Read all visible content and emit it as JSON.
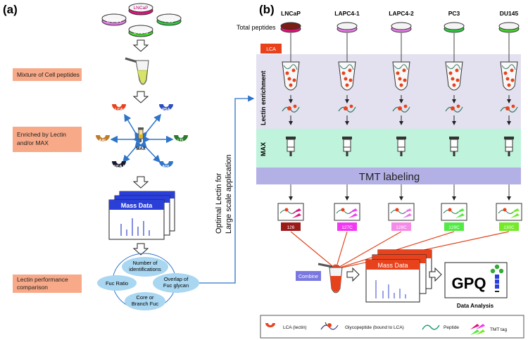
{
  "panel_a": {
    "label": "(a)",
    "dishes": [
      "LNCaP",
      "LAPC4",
      "PC3",
      "DU145"
    ],
    "steps": [
      "Mixture of Cell peptides",
      "Enriched by Lectin and/or MAX",
      "Lectin performance comparison"
    ],
    "lectins": [
      "LCA",
      "PSA",
      "AAL",
      "LTL",
      "UCA I",
      "AOL"
    ],
    "column": "MAX",
    "mass_data": "Mass Data",
    "ovals": [
      "Number of identifications",
      "Fuc Ratio",
      "Overlap of Fuc glycan",
      "Core or Branch Fuc"
    ],
    "side_text": [
      "Optimal Lectin for",
      "Large scale application"
    ]
  },
  "panel_b": {
    "label": "(b)",
    "total_peptides": "Total peptides",
    "cell_lines": [
      "LNCaP",
      "LAPC4-1",
      "LAPC4-2",
      "PC3",
      "DU145"
    ],
    "lca": "LCA",
    "lectin_enrichment": "Lectin enrichment",
    "max": "MAX",
    "tmt_labeling": "TMT labeling",
    "tmt_tags": [
      "126",
      "127C",
      "128C",
      "129C",
      "130C"
    ],
    "combine": "Combine",
    "mass_data": "Mass Data",
    "gpq": "GPQ",
    "data_analysis": "Data Analysis"
  },
  "legend": {
    "lca": "LCA (lectin)",
    "glycopeptide": "Glycopeptide (bound to LCA)",
    "peptide": "Peptide",
    "tmt_tag": "TMT tag"
  },
  "colors": {
    "dish_lncap": "#e2137f",
    "dish_lapc4": "#e879e8",
    "dish_pc3": "#2ecc40",
    "dish_du145": "#44d62c",
    "step_box": "#f7a988",
    "enrich_band": "#e3e1ef",
    "max_band": "#bff3dc",
    "tmt_band": "#b3b0e6",
    "tag_126": "#9b1b1b",
    "tag_127": "#f238f2",
    "tag_128": "#f58be8",
    "tag_129": "#52ea44",
    "tag_130": "#74ea28",
    "arrow_blue": "#2e74c9",
    "arrow_red": "#e0451d"
  }
}
